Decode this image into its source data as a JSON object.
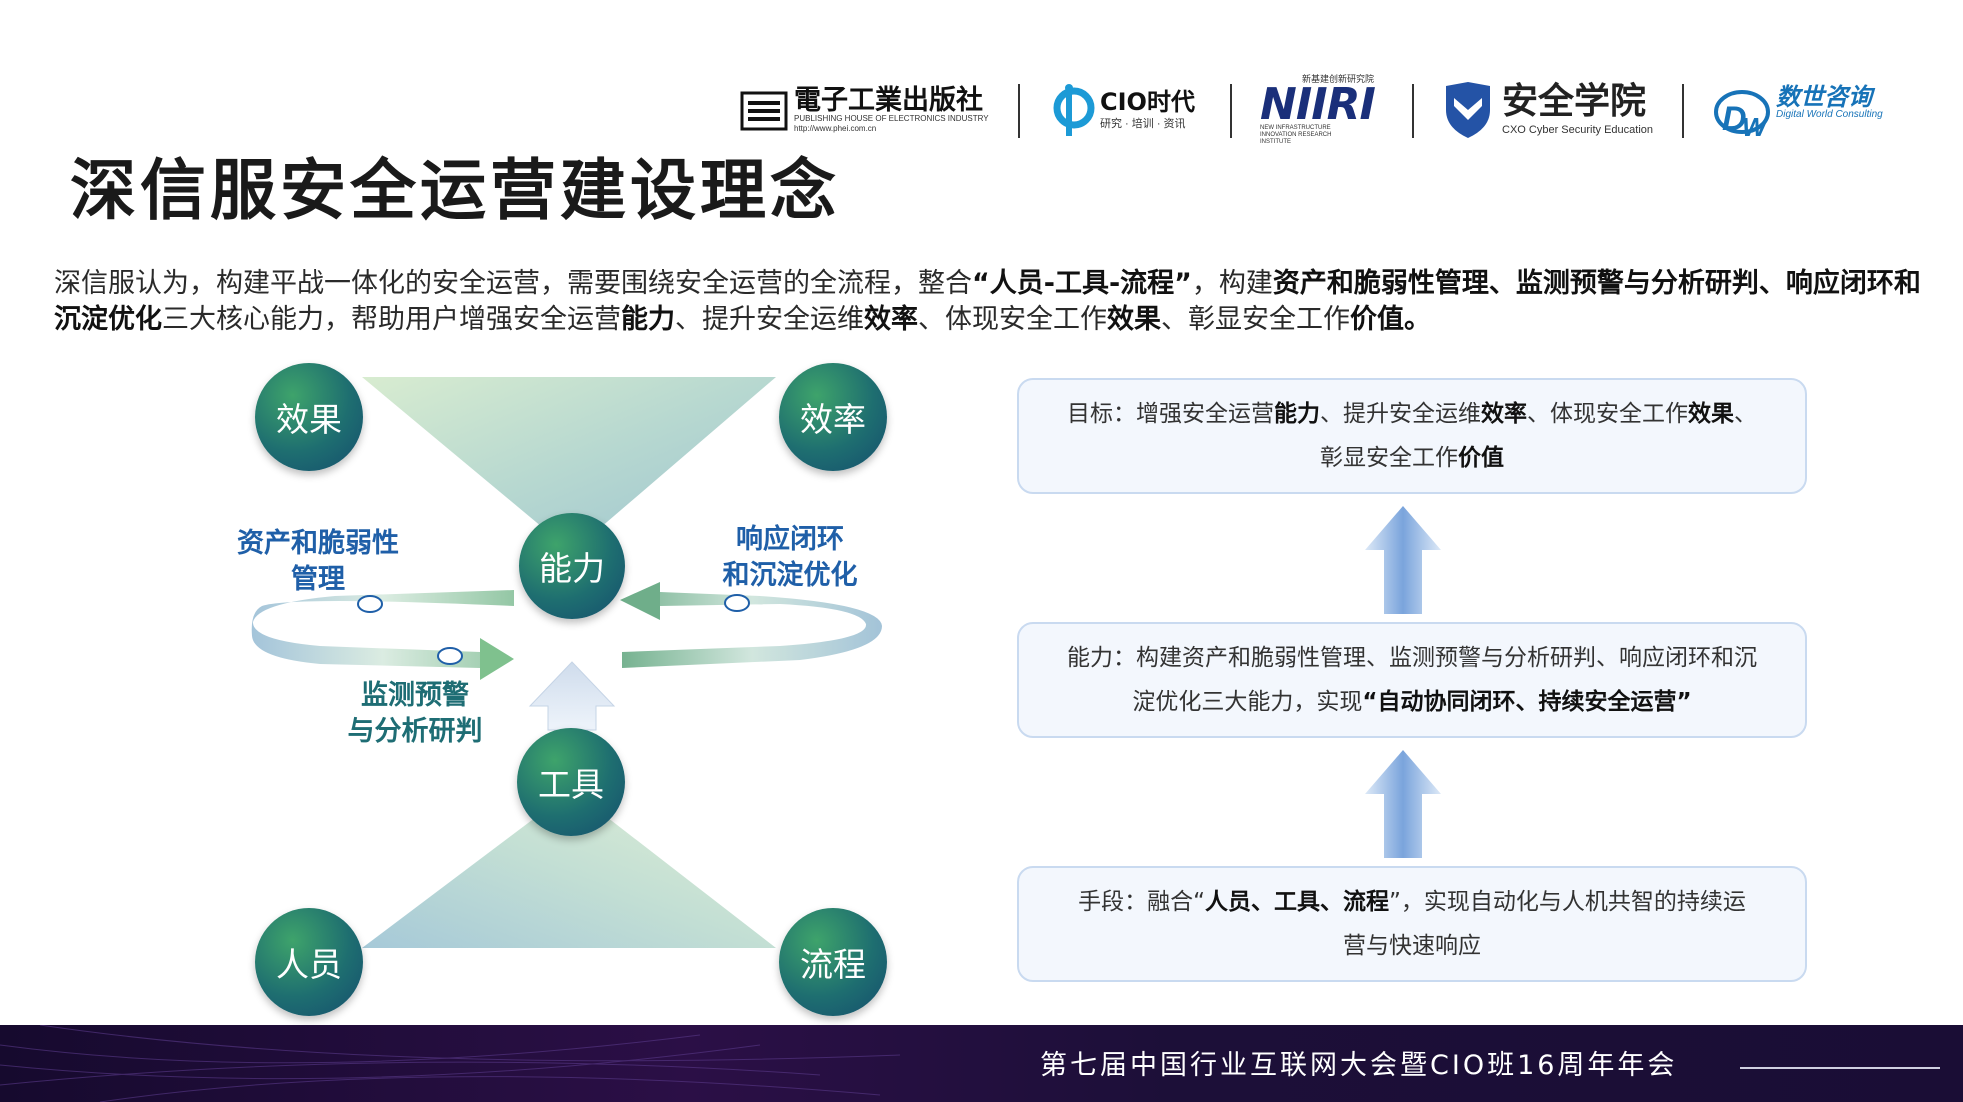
{
  "logos": {
    "phei": {
      "main": "電子工業出版社",
      "sub1": "PUBLISHING HOUSE OF ELECTRONICS INDUSTRY",
      "sub2": "http://www.phei.com.cn"
    },
    "cio": {
      "main": "CIO时代",
      "sub": "研究 · 培训 · 资讯"
    },
    "niiri": {
      "top": "新基建创新研究院",
      "main": "NIIRI",
      "sub": "NEW INFRASTRUCTURE INNOVATION RESEARCH INSTITUTE"
    },
    "cxo": {
      "main": "安全学院",
      "sub": "CXO Cyber Security Education"
    },
    "dw": {
      "main": "数世咨询",
      "sub": "Digital World Consulting"
    }
  },
  "title": "深信服安全运营建设理念",
  "intro": {
    "p1": "深信服认为，构建平战一体化的安全运营，需要围绕安全运营的全流程，整合",
    "b1": "“人员-工具-流程”",
    "p2": "，构建",
    "b2": "资产和脆弱性管理、监测预警与分析研判、响应闭环和沉淀优化",
    "p3": "三大核心能力，帮助用户增强安全运营",
    "b3": "能力",
    "p4": "、提升安全运维",
    "b4": "效率",
    "p5": "、体现安全工作",
    "b5": "效果",
    "p6": "、彰显安全工作",
    "b6": "价值。"
  },
  "diagram": {
    "nodes": {
      "effect": "效果",
      "efficiency": "效率",
      "capability": "能力",
      "tools": "工具",
      "people": "人员",
      "process": "流程"
    },
    "labels": {
      "asset1": "资产和脆弱性",
      "asset2": "管理",
      "response1": "响应闭环",
      "response2": "和沉淀优化",
      "monitor1": "监测预警",
      "monitor2": "与分析研判"
    },
    "colors": {
      "label_blue": "#1f5fa8",
      "label_teal": "#1e6d74"
    }
  },
  "boxes": {
    "goal": {
      "prefix": "目标：增强安全运营",
      "b1": "能力",
      "t1": "、提升安全运维",
      "b2": "效率",
      "t2": "、体现安全工作",
      "b3": "效果",
      "t3": "、",
      "t4": "彰显安全工作",
      "b4": "价值"
    },
    "ability": {
      "line1": "能力：构建资产和脆弱性管理、监测预警与分析研判、响应闭环和沉",
      "t2": "淀优化三大能力，实现",
      "b1": "“自动协同闭环、持续安全运营”"
    },
    "means": {
      "t1": "手段：融合“",
      "b1": "人员、工具、流程",
      "t2": "”，实现自动化与人机共智的持续运",
      "t3": "营与快速响应"
    }
  },
  "footer": "第七届中国行业互联网大会暨CIO班16周年年会"
}
